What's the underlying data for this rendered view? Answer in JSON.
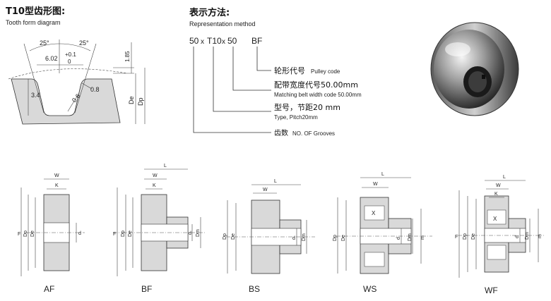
{
  "tooth_form": {
    "title": "T10型齿形图:",
    "subtitle": "Tooth form diagram",
    "angle_left": "25°",
    "angle_right": "25°",
    "width": "6.02",
    "tol_plus": "+0.1",
    "tol_zero": "0",
    "depth_top": "1.85",
    "tooth_height": "3.4",
    "root_radius": "0.6",
    "tip_radius": "0.8",
    "label_de": "De",
    "label_dp": "Dp"
  },
  "representation": {
    "title": "表示方法:",
    "subtitle": "Representation method",
    "code_groove": "50",
    "code_x1": "x",
    "code_type": "T10",
    "code_x2": "x",
    "code_width": "50",
    "code_form": "BF",
    "pulley_cn": "轮形代号",
    "pulley_en": "Pulley code",
    "belt_cn": "配带宽度代号50.00mm",
    "belt_en": "Matching belt width code 50.00mm",
    "type_cn": "型号，节距20 mm",
    "type_en": "Type, Pitch20mm",
    "groove_cn": "齿数",
    "groove_en": "NO. OF Grooves"
  },
  "photo": {
    "icon": "pulley-photo-icon"
  },
  "types": [
    {
      "code": "AF"
    },
    {
      "code": "BF"
    },
    {
      "code": "BS"
    },
    {
      "code": "WS"
    },
    {
      "code": "WF"
    }
  ],
  "dim_labels": {
    "F": "F",
    "Dp": "Dp",
    "De": "De",
    "d": "d",
    "Dm": "Dm",
    "W": "W",
    "K": "K",
    "L": "L",
    "X": "X",
    "m": "m"
  }
}
